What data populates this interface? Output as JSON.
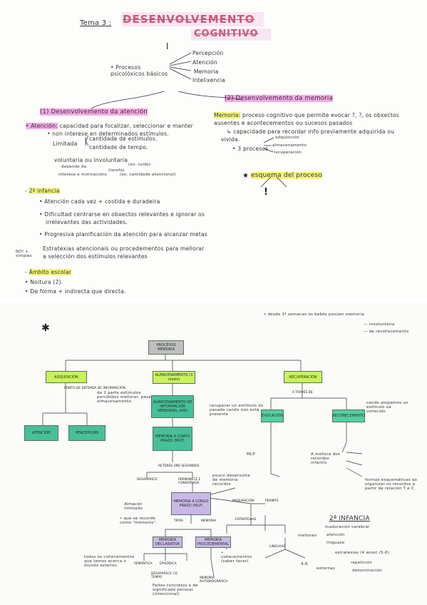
{
  "top": {
    "title_prefix": "Tema 3 :",
    "title_line1": "DESENVOLVEMENTO",
    "title_line2": "COGNITIVO",
    "roman": "I",
    "procesos_label": "• Procesos psicolóxicos básicos",
    "procesos_items": [
      "Percepción",
      "Atención",
      "Memoria",
      "Intelixencia"
    ],
    "sec1_title": "(1) Desenvolvemento da atención",
    "sec2_title": "(2) Desenvolvemento da memoria",
    "atencion_def": "capacidad para focalizar, seleccionar e manter",
    "atencion_def2": "• non interese en determinados estímulos.",
    "limitada_label": "Limitada",
    "limitada_a": "cantidade de estímulos.",
    "limitada_b": "cantidade de tempo.",
    "voluntaria": "voluntaria ou involuntaria",
    "depende_a": "depende da",
    "depende_b": "interese e motivacións",
    "depende_c": "(ex: ruido)",
    "depende_d": "(tarefa)",
    "depende_e": "(ex: cantidade atencional)",
    "memoria_head": "Memoria:",
    "memoria_def": "proceso cognitivo que permite evocar ?, ?, os obxectos",
    "memoria_def2": "ausentes e acontecementos ou sucesos pasados",
    "memoria_cap": "capacidade para recordar info previamente adquirida ou",
    "memoria_cap2": "vivida.",
    "tres_procesos": "• 3 procesos",
    "tres_items": [
      "adquisición",
      "almacenamento",
      "recuperación"
    ],
    "esquema": "esquema del proceso",
    "infancia2_head": "2ª infancia",
    "infancia2_b1": "• Atención cada vez + costida e duradeira",
    "infancia2_b2": "• Dificultad centrarse en obxectos relevantes e ignorar os",
    "infancia2_b2b": "irrelevantes das actividades.",
    "infancia2_b3": "• Progresiva planificación da atención para alcanzar metas",
    "estrategias_a": "Estratexias atencionais ou procedementos para mellorar",
    "estrategias_b": "a selección dos estímulos relevantes",
    "side_note": "NO! + simples",
    "ambito_head": "Ámbito escolar",
    "ambito_1": "• Noitura (2).",
    "ambito_2": "• De forma + indirecta que directa."
  },
  "bottom": {
    "note_top": "• desde 1º semanas os bebés posúen memoria",
    "note_invol": "— involuntaria",
    "note_recon": "— de recoñecemento",
    "root": "PROCESOS MEMORIA",
    "adquisicion": "ADQUISICIÓN",
    "almacenamento": "ALMACENAMENTO (3 niveis)",
    "recuperacion": "RECUPERACIÓN",
    "atencion": "ATENCIÓN",
    "percepcion": "PERCEPCIÓN",
    "traves": "PONTO DE ENTRADA DE INFORMACIÓN",
    "traves_note": "de 2 parte estímulos percibidos mellorar, pasan ao almacenamento",
    "almac_info": "ALMACENAMENTO DE INFORMACIÓN SENSORIAL (AIS)",
    "memoria_corto": "MEMORIA A CORTO PRAZO (MCP)",
    "retense": "RETENSE UNS SEGUNDOS",
    "desaparece": "DESAPARECE",
    "permanece": "PERMANECE E CONSERVASE",
    "memoria_largo": "MEMORIA A LONGO PRAZO (MLP)",
    "largo_note": "pouco desenvolta de memoria recordos",
    "almac_ilimitado": "Almacén ilimitado",
    "tipos": "TIPOS",
    "memoria": "MEMORIA",
    "mem_declarativa": "MEMORIA DECLARATIVA",
    "mem_procedimental": "MEMORIA PROCEDEMENTAL",
    "que_se_recorde": "• que se recorde como \"memoria\"",
    "coñecementos": "• coñecementos (saber facer)",
    "semantica": "SEMÁNTICA",
    "episodica": "EPISÓDICA",
    "autobiografica": "MEMORIA AUTOBIOGRÁFICA",
    "desaparece_tempo": "DESAPARECE CO TEMPO",
    "todos_note": "todos os coñecementos que temos acerca o mundo exterior.",
    "feitos_note": "Feitos concretos e de significado persoal. (intencional)",
    "recuperar": "recuperar un estímulo do pasado cando non está presente",
    "evocacion": "EVOCACIÓN",
    "recoñecemento": "RECOÑECEMENTO",
    "cando_note": "cando atopamos un estímulo xa coñecido.",
    "a_traves": "A TRAVÉS DE",
    "mlp_note": "MLP",
    "maduracion": "MADURACIÓN",
    "permite": "PERMITE",
    "estrategias": "ESTRATEXIAS",
    "linguaxe": "LINGUAXE",
    "mejora": "A mellora dos recordos infantís",
    "formas_note": "formas esquemáticas ao organizar os recordos a partir de relación T e C.",
    "infancia_head": "2ª INFANCIA",
    "melloran": "melloran",
    "mel_items": [
      "maduración cerebral",
      "atención",
      "linguaxe"
    ],
    "estrategias_line": "estratexias (4 anos) (5-6)",
    "externas": "externas",
    "repeticion": "repetición",
    "denominacion": "denominación",
    "num_46": "4-6"
  }
}
